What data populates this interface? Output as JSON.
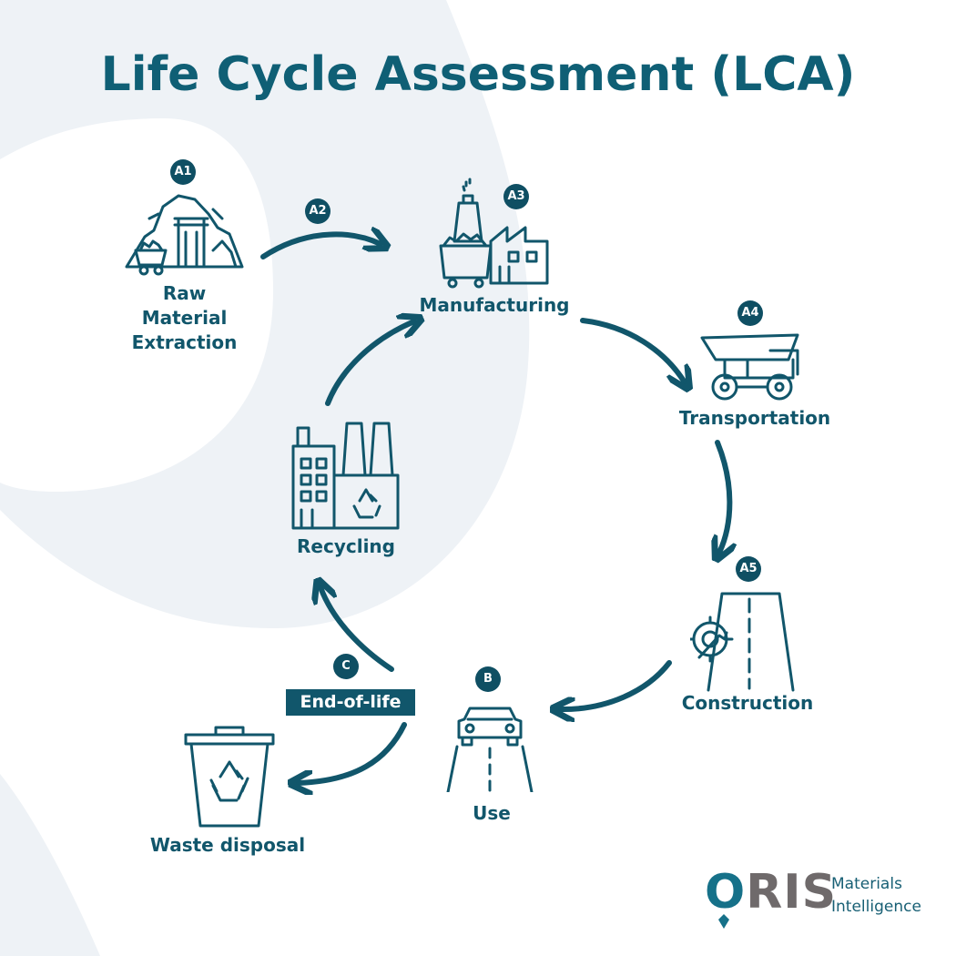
{
  "title": "Life Cycle Assessment (LCA)",
  "stages": {
    "a1": {
      "badge": "A1",
      "label_lines": [
        "Raw",
        "Material",
        "Extraction"
      ],
      "icon": "mine-icon"
    },
    "a2": {
      "badge": "A2"
    },
    "a3": {
      "badge": "A3",
      "label": "Manufacturing",
      "icon": "factory-icon"
    },
    "a4": {
      "badge": "A4",
      "label": "Transportation",
      "icon": "dump-truck-icon"
    },
    "a5": {
      "badge": "A5",
      "label": "Construction",
      "icon": "road-construction-icon"
    },
    "b": {
      "badge": "B",
      "label": "Use",
      "icon": "car-road-icon"
    },
    "c": {
      "badge": "C",
      "label": "End-of-life"
    },
    "waste": {
      "label": "Waste disposal",
      "icon": "recycle-bin-icon"
    },
    "recycling": {
      "label": "Recycling",
      "icon": "recycling-plant-icon"
    }
  },
  "logo": {
    "word_first": "O",
    "word_rest": "RIS",
    "line1": "Materials",
    "line2": "Intelligence"
  },
  "colors": {
    "primary": "#11566b",
    "badge": "#0f4f63",
    "logo_grey": "#6f6a6b",
    "background_shape": "#eef2f6"
  }
}
